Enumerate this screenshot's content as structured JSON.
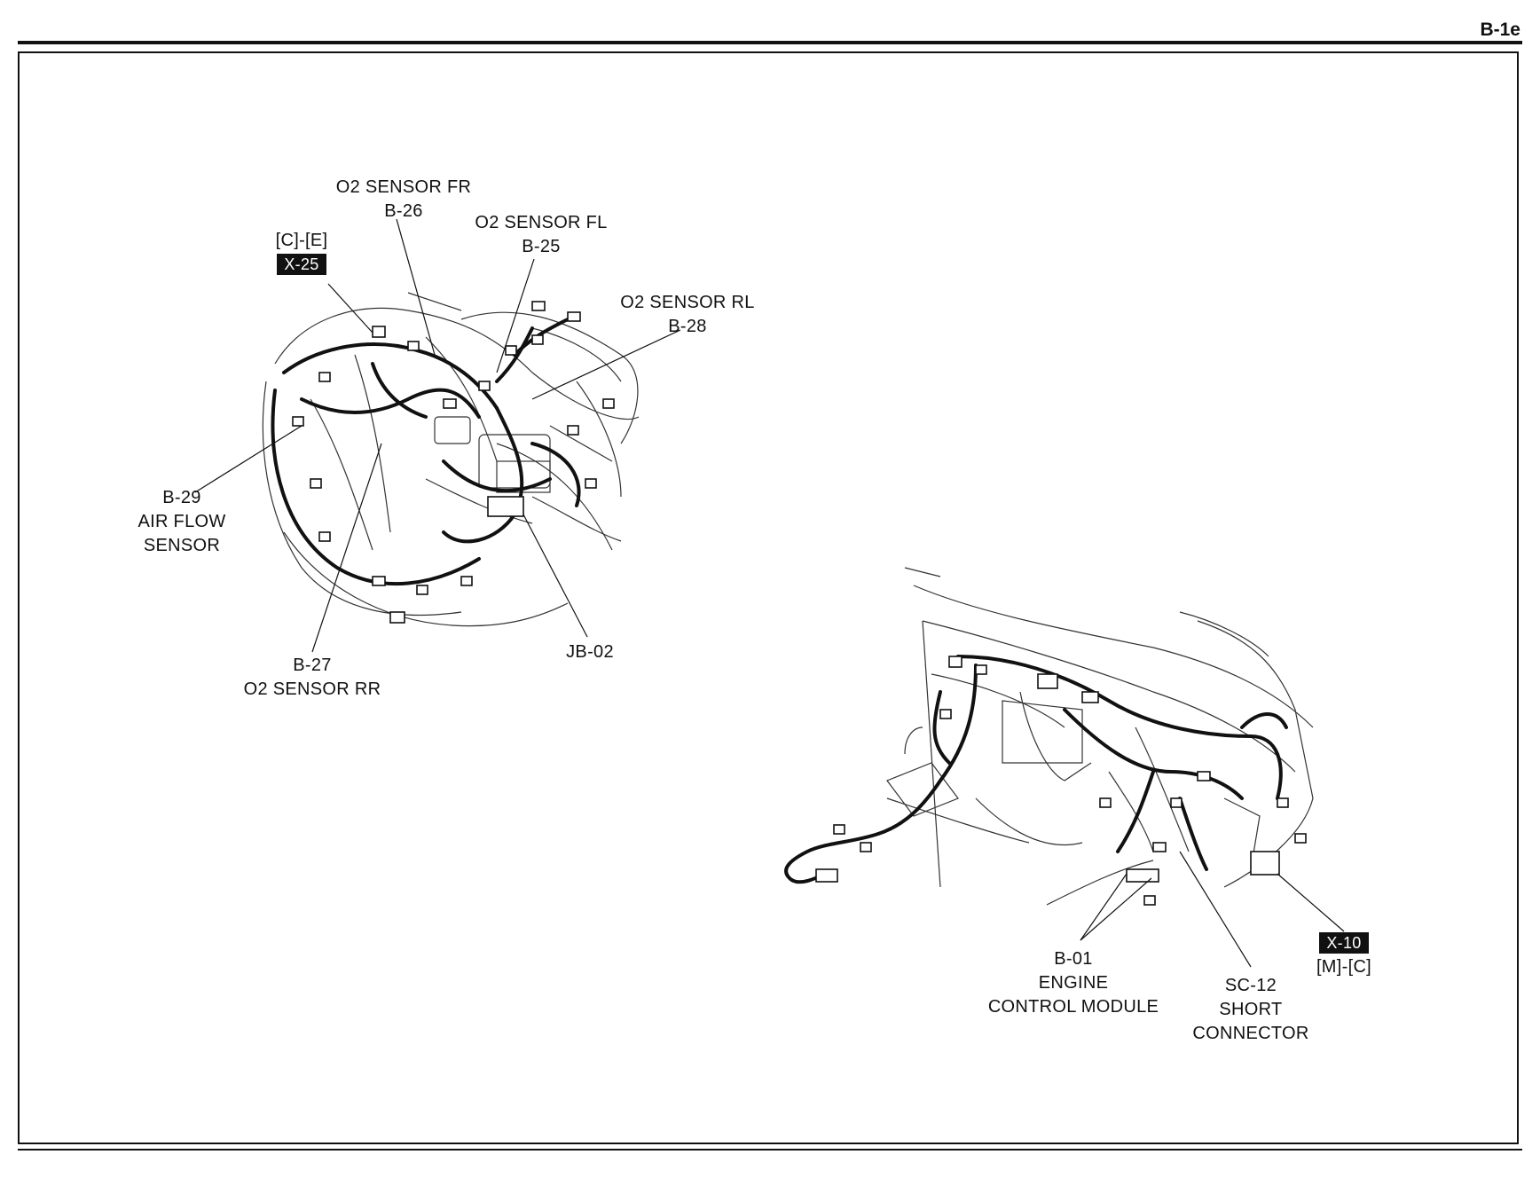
{
  "page": {
    "number": "B-1e"
  },
  "labels": {
    "o2_fr": {
      "name": "O2 SENSOR FR",
      "code": "B-26"
    },
    "o2_fl": {
      "name": "O2 SENSOR FL",
      "code": "B-25"
    },
    "o2_rl": {
      "name": "O2 SENSOR RL",
      "code": "B-28"
    },
    "o2_rr": {
      "code": "B-27",
      "name": "O2 SENSOR RR"
    },
    "ref_c_e": {
      "grid": "[C]-[E]",
      "tag": "X-25"
    },
    "air_flow": {
      "code": "B-29",
      "line1": "AIR FLOW",
      "line2": "SENSOR"
    },
    "jb02": {
      "code": "JB-02"
    },
    "ecm": {
      "code": "B-01",
      "line1": "ENGINE",
      "line2": "CONTROL MODULE"
    },
    "short_conn": {
      "code": "SC-12",
      "line1": "SHORT",
      "line2": "CONNECTOR"
    },
    "ref_m_c": {
      "tag": "X-10",
      "grid": "[M]-[C]"
    }
  }
}
